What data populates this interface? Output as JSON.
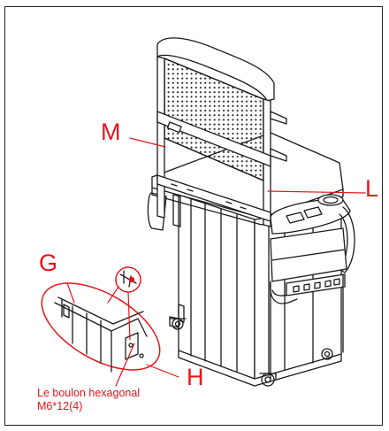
{
  "callouts": {
    "m": "M",
    "l": "L",
    "g": "G",
    "h": "H"
  },
  "note": {
    "line1": "Le boulon hexagonal",
    "line2": "M6*12(4)"
  },
  "colors": {
    "callout": "#e8141b",
    "linework": "#1a1a1a"
  }
}
